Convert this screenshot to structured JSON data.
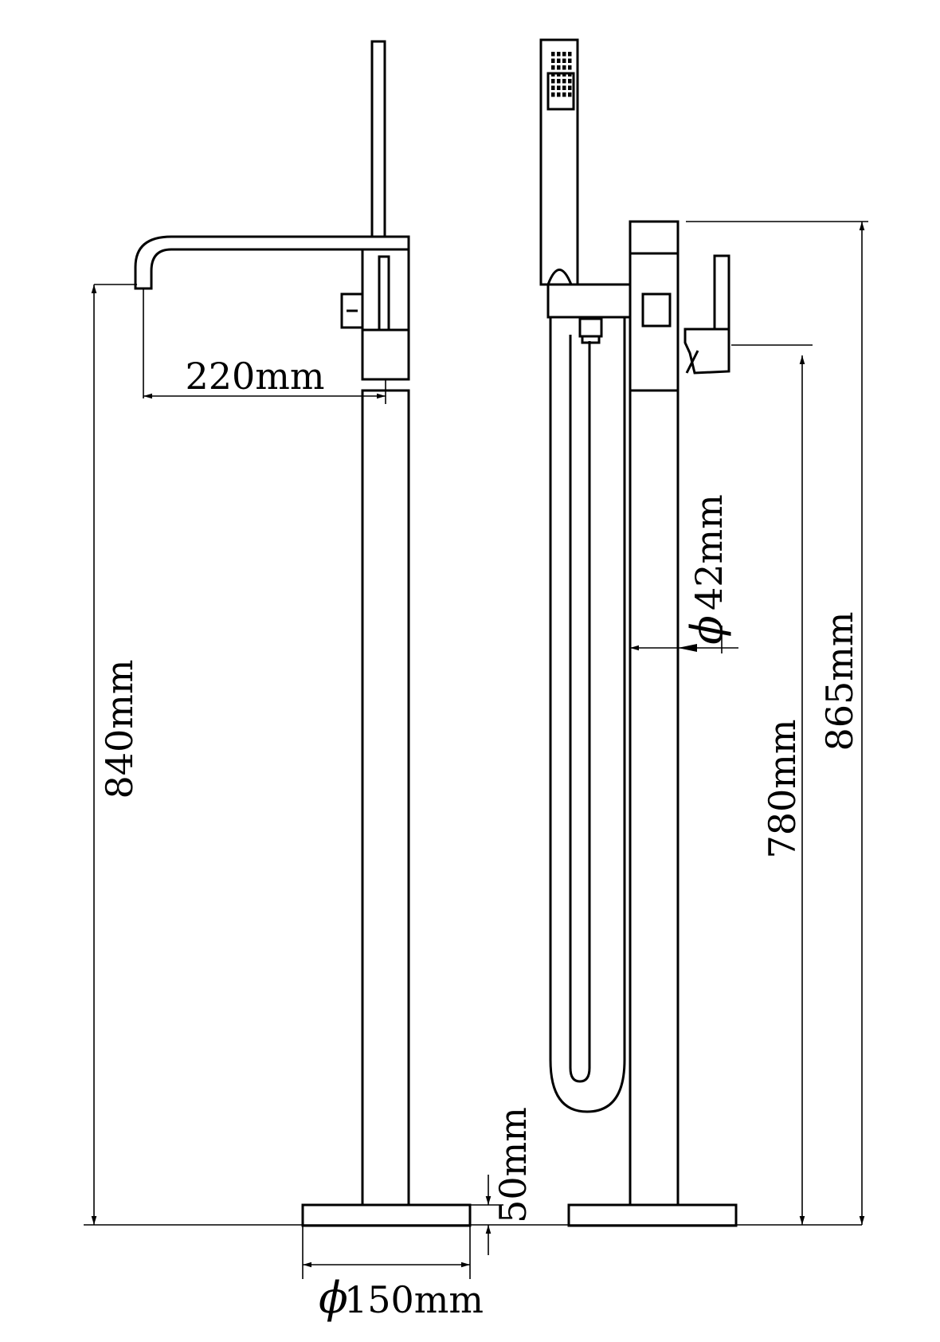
{
  "dimensions": {
    "spout_reach": "220mm",
    "total_height_front": "840mm",
    "total_height_side": "865mm",
    "handle_height": "780mm",
    "pipe_diameter_symbol": "ϕ",
    "pipe_diameter": "42mm",
    "base_thickness": "50mm",
    "base_diameter_symbol": "ϕ",
    "base_diameter": "150mm"
  },
  "colors": {
    "line": "#000000",
    "background": "#ffffff"
  }
}
